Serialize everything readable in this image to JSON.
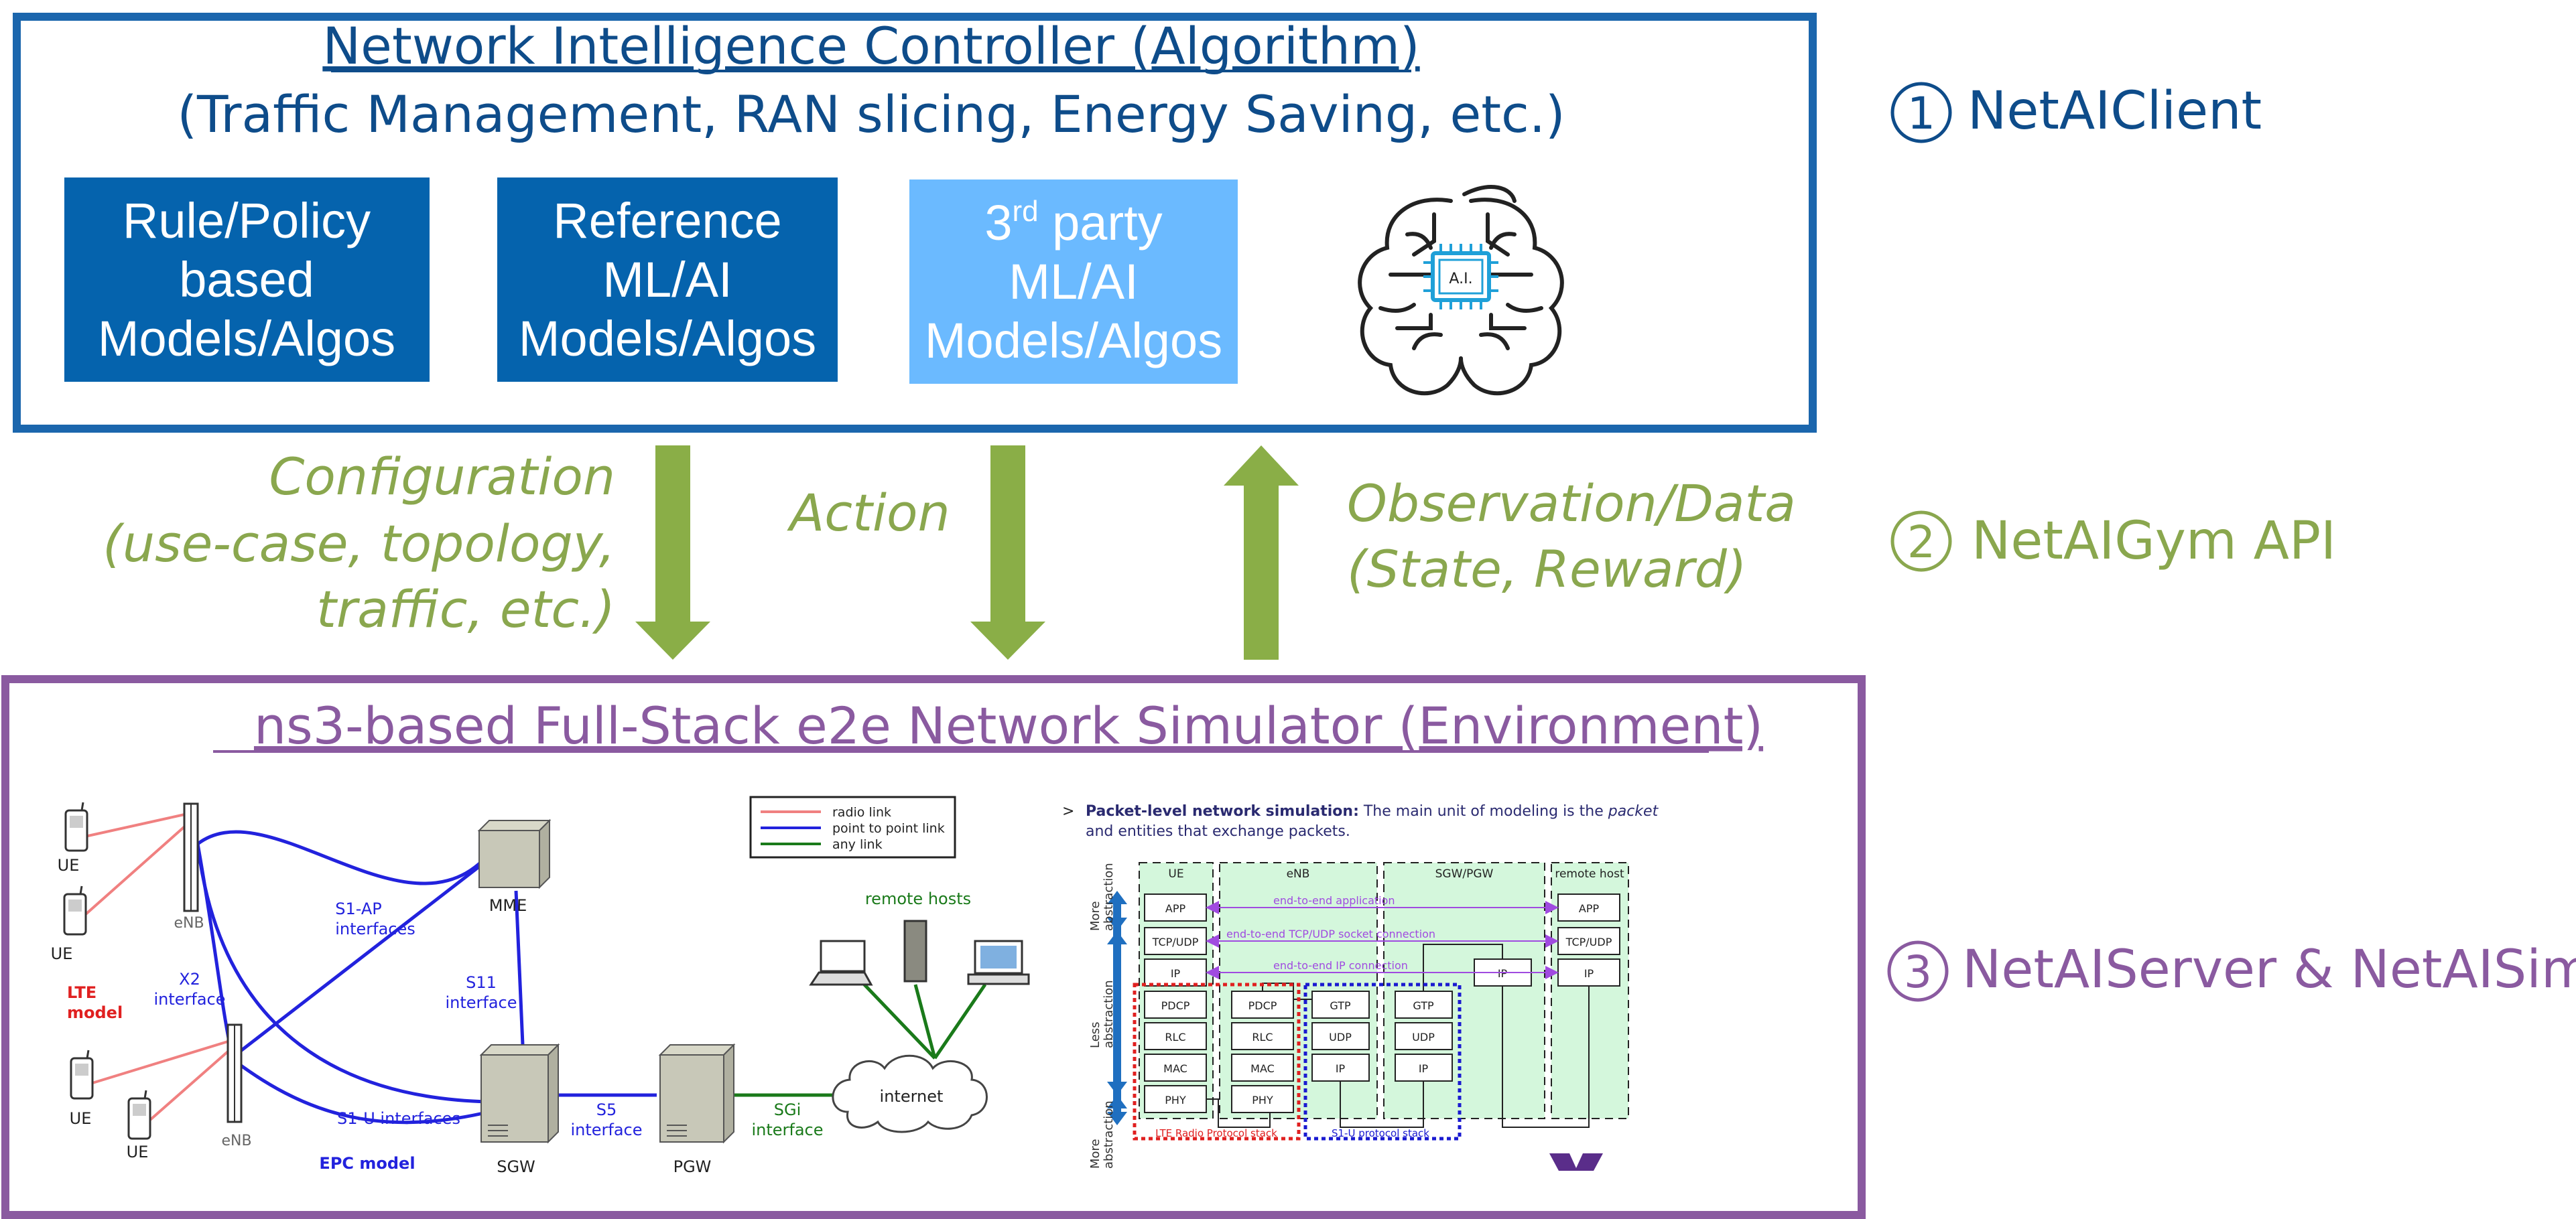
{
  "controller": {
    "title": "Network Intelligence Controller (Algorithm)",
    "subtitle": "(Traffic Management, RAN slicing, Energy Saving, etc.)",
    "boxes": [
      {
        "lines": [
          "Rule/Policy",
          "based",
          "Models/Algos"
        ]
      },
      {
        "lines": [
          "Reference",
          "ML/AI",
          "Models/Algos"
        ]
      },
      {
        "lines_first": "3",
        "lines_first_sup": "rd",
        "lines_first_rest": " party",
        "lines": [
          "ML/AI",
          "Models/Algos"
        ]
      }
    ],
    "brain_chip_label": "A.I.",
    "colors": {
      "border": "#1b66ad",
      "box_dark": "#0563ad",
      "box_light": "#6bbaff",
      "title": "#0e4c8a"
    }
  },
  "gym": {
    "configuration": [
      "Configuration",
      "(use-case, topology,",
      "traffic, etc.)"
    ],
    "action": "Action",
    "observation": [
      "Observation/Data",
      "(State, Reward)"
    ],
    "colors": {
      "text": "#8aa74e",
      "arrow": "#8aae47"
    }
  },
  "side_labels": [
    {
      "number": "1",
      "text": "NetAIClient",
      "color": "#0e4c8a"
    },
    {
      "number": "2",
      "text": "NetAIGym API",
      "color": "#8aa74e"
    },
    {
      "number": "3",
      "text": "NetAIServer & NetAISim",
      "color": "#8a5aa0"
    }
  ],
  "simulator": {
    "title": "ns3-based Full-Stack e2e Network Simulator (Environment)",
    "colors": {
      "border": "#8a5aa0",
      "title": "#8a5aa0"
    },
    "topology": {
      "ue": "UE",
      "enb": "eNB",
      "lte_model": [
        "LTE",
        "model"
      ],
      "epc_model": "EPC model",
      "mme": "MME",
      "sgw": "SGW",
      "pgw": "PGW",
      "internet": "internet",
      "remote_hosts": "remote hosts",
      "s1ap": [
        "S1-AP",
        "interfaces"
      ],
      "x2": [
        "X2",
        "interface"
      ],
      "s11": [
        "S11",
        "interface"
      ],
      "s1u": "S1-U interfaces",
      "s5": [
        "S5",
        "interface"
      ],
      "sgi": [
        "SGi",
        "interface"
      ],
      "legend": [
        "radio link",
        "point to point link",
        "any link"
      ]
    },
    "stack": {
      "bullet": ">",
      "heading": "Packet-level network simulation:",
      "text1": " The main unit of modeling is the ",
      "text_em": "packet",
      "text2": "and entities that exchange packets.",
      "columns": [
        "UE",
        "eNB",
        "SGW/PGW",
        "remote host"
      ],
      "ue_layers": [
        "APP",
        "TCP/UDP",
        "IP",
        "PDCP",
        "RLC",
        "MAC",
        "PHY"
      ],
      "enb_radio_layers": [
        "PDCP",
        "RLC",
        "MAC",
        "PHY"
      ],
      "enb_core_layers": [
        "GTP",
        "UDP",
        "IP"
      ],
      "sgw_layers": [
        "GTP",
        "UDP",
        "IP"
      ],
      "sgw_ip": "IP",
      "remote_layers": [
        "APP",
        "TCP/UDP",
        "IP"
      ],
      "connections": [
        "end-to-end application",
        "end-to-end TCP/UDP socket connection",
        "end-to-end IP connection"
      ],
      "more_abstraction": [
        "More",
        "abstraction"
      ],
      "less_abstraction": [
        "Less",
        "abstraction"
      ],
      "lte_stack_label": "LTE Radio Protocol stack",
      "s1u_stack_label": "S1-U protocol stack"
    }
  }
}
